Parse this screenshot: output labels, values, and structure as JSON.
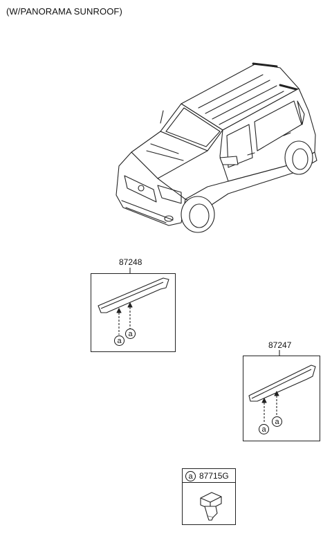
{
  "header": {
    "title": "(W/PANORAMA SUNROOF)"
  },
  "parts": {
    "left_molding": {
      "part_no": "87248",
      "callout": "a"
    },
    "right_molding": {
      "part_no": "87247",
      "callout": "a"
    },
    "clip": {
      "part_no": "87715G",
      "callout": "a"
    }
  }
}
